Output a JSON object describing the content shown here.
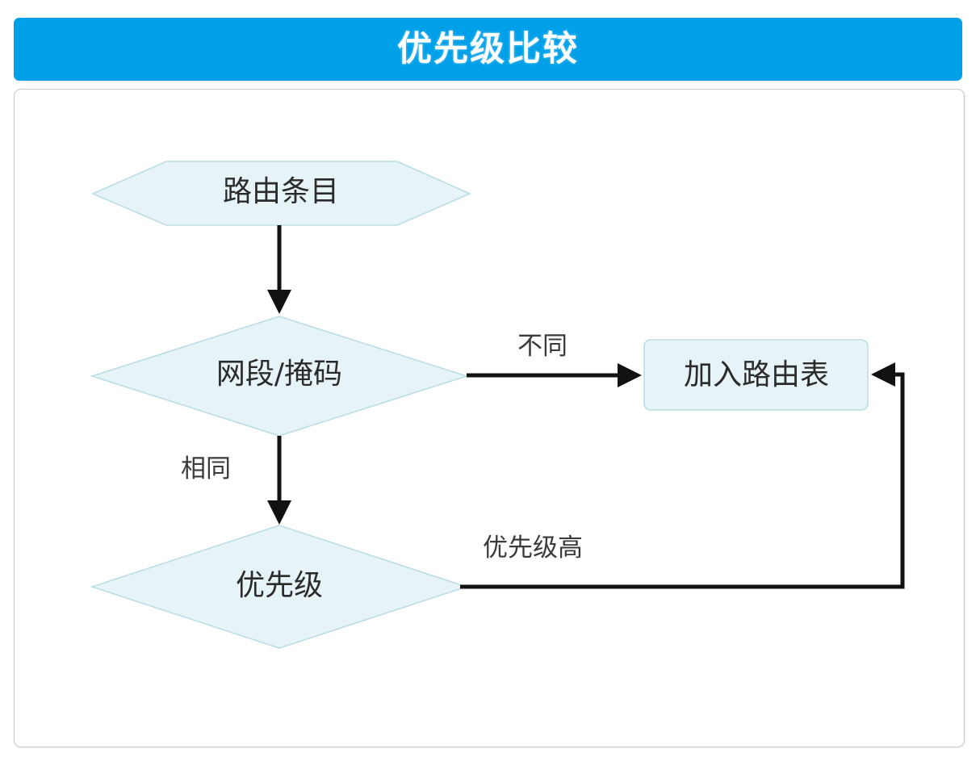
{
  "header": {
    "title": "优先级比较",
    "background_color": "#00a0e9",
    "text_color": "#ffffff"
  },
  "panel": {
    "border_color": "#c9c9c9",
    "background_color": "#ffffff"
  },
  "theme": {
    "node_fill": "#e6f3f7",
    "node_stroke": "#bcdde6",
    "connector_color": "#111111",
    "node_text_color": "#2b2b2b",
    "edge_text_color": "#3a3a3a"
  },
  "chart_data": {
    "type": "diagram",
    "title": "优先级比较",
    "nodes": [
      {
        "id": "route-entry",
        "label": "路由条目",
        "shape": "hexagon"
      },
      {
        "id": "netmask",
        "label": "网段/掩码",
        "shape": "diamond"
      },
      {
        "id": "priority",
        "label": "优先级",
        "shape": "diamond"
      },
      {
        "id": "join-table",
        "label": "加入路由表",
        "shape": "rounded-rect"
      }
    ],
    "edges": [
      {
        "from": "route-entry",
        "to": "netmask",
        "label": ""
      },
      {
        "from": "netmask",
        "to": "join-table",
        "label": "不同"
      },
      {
        "from": "netmask",
        "to": "priority",
        "label": "相同"
      },
      {
        "from": "priority",
        "to": "join-table",
        "label": "优先级高"
      }
    ]
  },
  "nodes": {
    "route_entry": {
      "label": "路由条目"
    },
    "netmask": {
      "label": "网段/掩码"
    },
    "priority": {
      "label": "优先级"
    },
    "join_table": {
      "label": "加入路由表"
    }
  },
  "edges": {
    "different": {
      "label": "不同"
    },
    "same": {
      "label": "相同"
    },
    "high_priority": {
      "label": "优先级高"
    }
  }
}
